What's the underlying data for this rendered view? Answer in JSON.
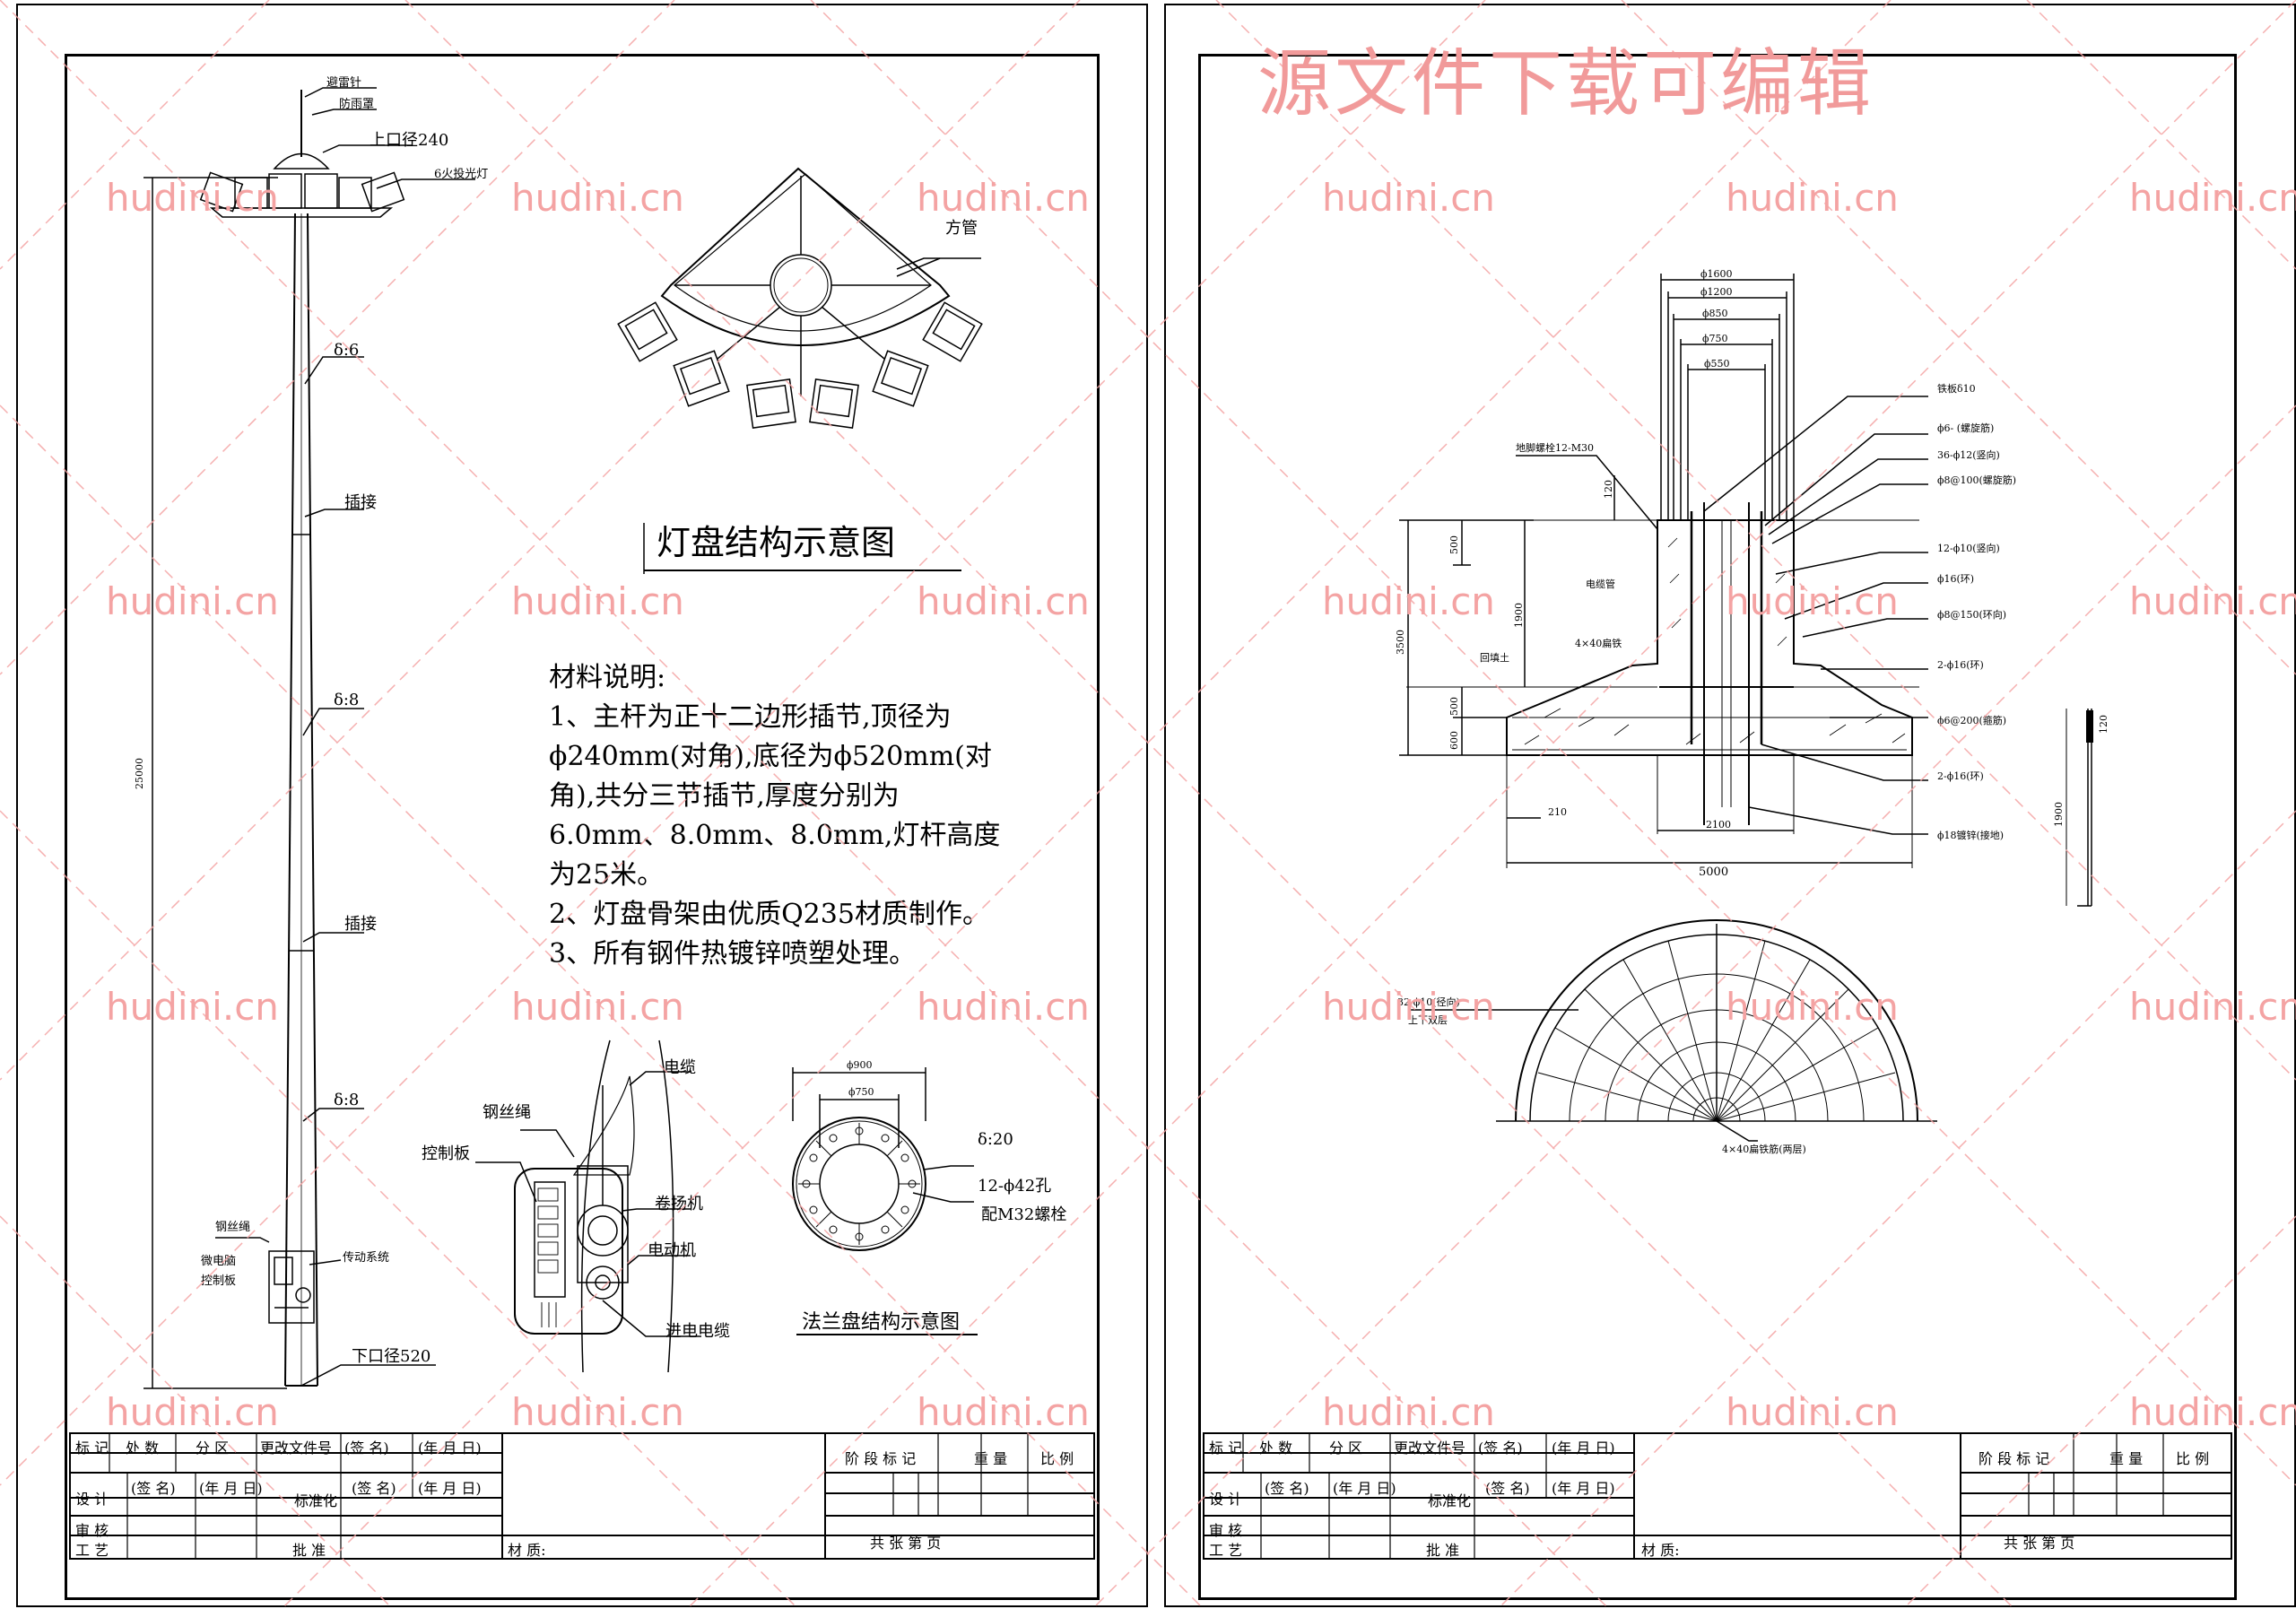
{
  "watermark": {
    "site": "hudini.cn",
    "banner": "源文件下载可编辑"
  },
  "left_sheet": {
    "pole": {
      "lightning_rod": "避雷针",
      "rain_cover": "防雨罩",
      "top_diameter": "上口径240",
      "lamps": "6火投光灯",
      "thickness_top": "δ:6",
      "joint_upper": "插接",
      "thickness_mid": "δ:8",
      "joint_lower": "插接",
      "thickness_bottom": "δ:8",
      "height_dim": "25000",
      "wire_rope": "钢丝绳",
      "controller_line1": "微电脑",
      "controller_line2": "控制板",
      "drive_system": "传动系统",
      "bottom_diameter": "下口径520"
    },
    "lamp_panel": {
      "square_tube": "方管",
      "title": "灯盘结构示意图"
    },
    "notes": {
      "heading": "材料说明:",
      "item1": "1、主杆为正十二边形插节,顶径为ϕ240mm(对角),底径为ϕ520mm(对角),共分三节插节,厚度分别为6.0mm、8.0mm、8.0mm,灯杆高度为25米。",
      "item2": "2、灯盘骨架由优质Q235材质制作。",
      "item3": "3、所有钢件热镀锌喷塑处理。"
    },
    "door_detail": {
      "cable": "电缆",
      "wire_rope": "钢丝绳",
      "control_board": "控制板",
      "winch": "卷扬机",
      "motor": "电动机",
      "inlet_cable": "进电电缆"
    },
    "flange": {
      "outer": "ϕ900",
      "inner": "ϕ750",
      "thickness": "δ:20",
      "holes": "12-ϕ42孔",
      "bolts": "配M32螺栓",
      "title": "法兰盘结构示意图"
    }
  },
  "right_sheet": {
    "foundation": {
      "d1600": "ϕ1600",
      "d1200": "ϕ1200",
      "d850": "ϕ850",
      "d750": "ϕ750",
      "d550": "ϕ550",
      "anchor_bolt": "地脚螺栓12-M30",
      "steel_plate": "铁板δ10",
      "r1": "ϕ6-  (螺旋筋)",
      "r2": "36-ϕ12(竖向)",
      "r3": "ϕ8@100(螺旋筋)",
      "r4": "12-ϕ10(竖向)",
      "r5": "ϕ16(环)",
      "r6": "ϕ8@150(环向)",
      "r7": "2-ϕ16(环)",
      "r8": "ϕ6@200(箍筋)",
      "r9": "2-ϕ16(环)",
      "r10": "ϕ18镀锌(接地)",
      "conduit": "电缆管",
      "flat_steel": "4×40扁铁",
      "backfill": "回填土",
      "dim_3500": "3500",
      "dim_500a": "500",
      "dim_1900": "1900",
      "dim_500b": "500",
      "dim_600": "600",
      "dim_120": "120",
      "dim_210": "210",
      "dim_2100": "2100",
      "dim_5000": "5000",
      "side_120": "120",
      "side_1900": "1900"
    },
    "plan": {
      "radial": "32-ϕ10(径向)",
      "radial_sub": "上下双层",
      "flat_steel": "4×40扁铁筋(两层)"
    }
  },
  "title_block": {
    "mark": "标 记",
    "count": "处 数",
    "zone": "分 区",
    "doc": "更改文件号",
    "sign": "(签 名)",
    "date": "(年 月 日)",
    "design": "设 计",
    "standard": "标准化",
    "review": "审 核",
    "process": "工 艺",
    "approve": "批 准",
    "material": "材 质:",
    "stage": "阶 段 标 记",
    "weight": "重 量",
    "scale": "比 例",
    "total": "共     张     第     页"
  }
}
